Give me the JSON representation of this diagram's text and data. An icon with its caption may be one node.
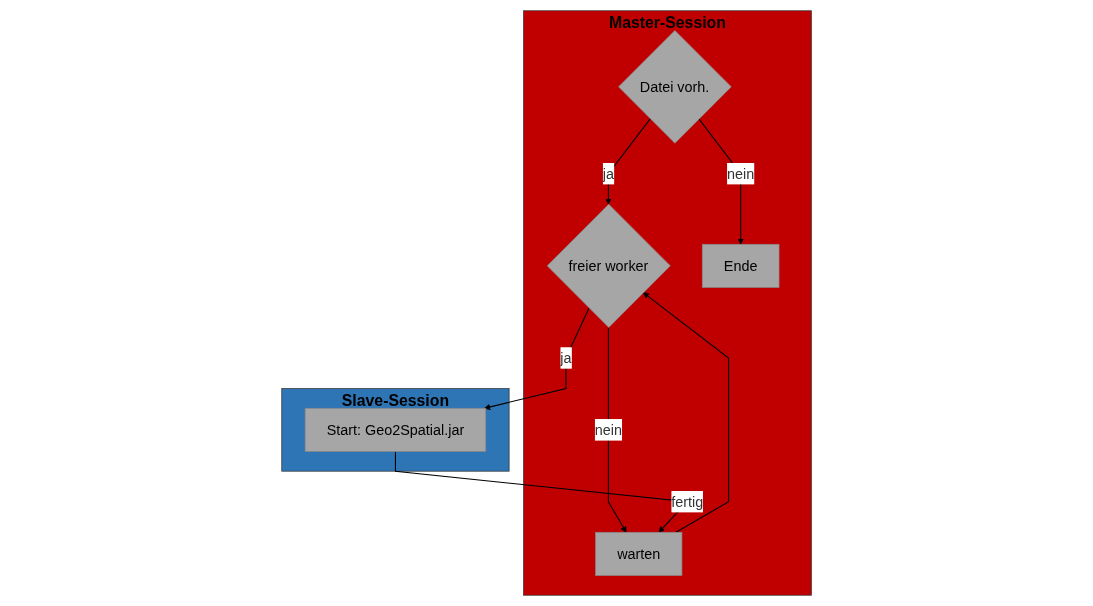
{
  "diagram": {
    "nodes": [
      {
        "text": [
          "Master-Session"
        ]
      },
      {
        "text": [
          "Datei vorh."
        ],
        "in": 0
      },
      {
        "text": [
          "freier worker"
        ],
        "in": 0
      },
      {
        "text": [
          "warten"
        ],
        "in": 0
      },
      {
        "text": [
          "Ende"
        ],
        "in": 0
      },
      {
        "text": [
          "Slave-Session"
        ]
      },
      {
        "text": [
          "Start: Geo2Spatial.jar"
        ],
        "in": 5
      }
    ],
    "edges": [
      {
        "from": 1,
        "to": 2,
        "label": "ja",
        "arrow": "to"
      },
      {
        "from": 1,
        "to": 4,
        "label": "nein",
        "arrow": "to"
      },
      {
        "from": 2,
        "to": 3,
        "label": "nein",
        "arrow": "to"
      },
      {
        "from": 2,
        "to": 6,
        "label": "ja",
        "arrow": "to"
      },
      {
        "from": 6,
        "to": 3,
        "label": "fertig",
        "arrow": "to"
      },
      {
        "from": 3,
        "to": 2,
        "arrow": "to"
      }
    ]
  }
}
